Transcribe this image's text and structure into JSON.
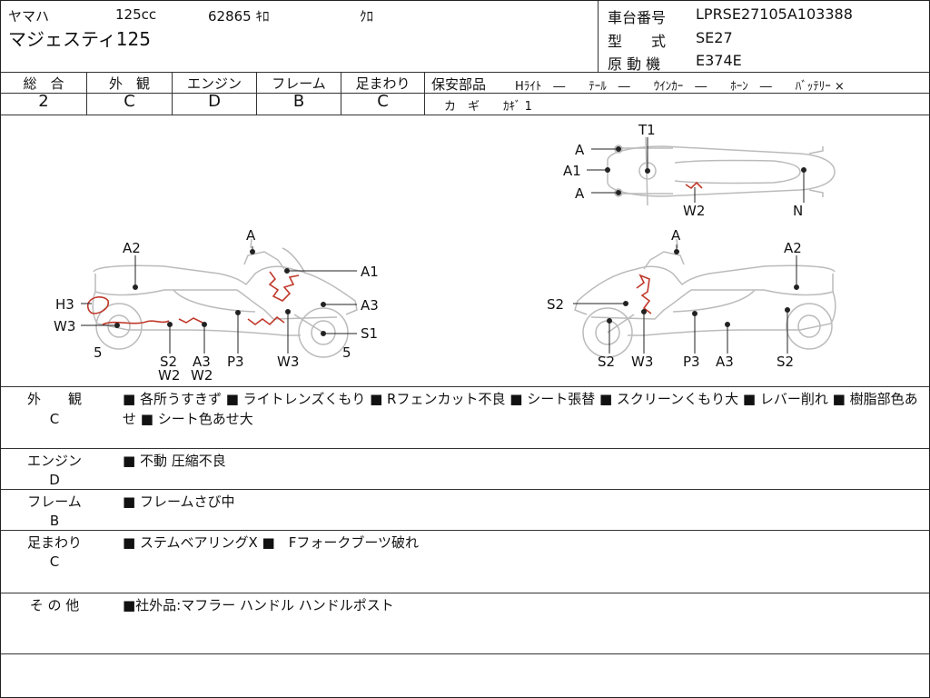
{
  "header": {
    "maker": "ヤマハ",
    "cc": "125cc",
    "mileage": "62865 ｷﾛ",
    "color": "ｸﾛ",
    "model_name": "マジェスティ125",
    "frame_no_label": "車台番号",
    "frame_no": "LPRSE27105A103388",
    "type_label": "型　　式",
    "type_value": "SE27",
    "engine_label": "原 動 機",
    "engine_value": "E374E"
  },
  "grades": [
    {
      "label": "総　合",
      "value": "2"
    },
    {
      "label": "外　観",
      "value": "C"
    },
    {
      "label": "エンジン",
      "value": "D"
    },
    {
      "label": "フレーム",
      "value": "B"
    },
    {
      "label": "足まわり",
      "value": "C"
    }
  ],
  "parts": {
    "label": "保安部品",
    "line1": "Hﾗｲﾄ　―　　ﾃｰﾙ　―　　ｳｲﾝｶｰ　―　　ﾎｰﾝ　―　　ﾊﾞｯﾃﾘｰ ×",
    "line2": "カ　ギ　　ｶｷﾞ 1"
  },
  "diagram": {
    "left_labels": [
      "A",
      "A2",
      "A1",
      "H3",
      "A3",
      "W3",
      "S1",
      "5",
      "5",
      "S2",
      "W2",
      "A3",
      "W2",
      "P3",
      "W3"
    ],
    "right_labels": [
      "A",
      "A2",
      "S2",
      "S2",
      "W3",
      "P3",
      "A3",
      "S2"
    ],
    "top_labels": [
      "T1",
      "A",
      "A1",
      "A",
      "W2",
      "N"
    ],
    "damage_color": "#c0392b"
  },
  "remarks": [
    {
      "head": "外　　観",
      "grade": "C",
      "text": "■ 各所うすきず ■ ライトレンズくもり ■ Rフェンカット不良 ■ シート張替 ■ スクリーンくもり大 ■ レバー削れ ■ 樹脂部色あせ ■ シート色あせ大"
    },
    {
      "head": "エンジン",
      "grade": "D",
      "text": "■ 不動 圧縮不良"
    },
    {
      "head": "フレーム",
      "grade": "B",
      "text": "■ フレームさび中"
    },
    {
      "head": "足まわり",
      "grade": "C",
      "text": "■ ステムベアリングX ■　Fフォークブーツ破れ"
    },
    {
      "head": "そ の 他",
      "grade": "",
      "text": "■社外品:マフラー ハンドル ハンドルポスト"
    }
  ]
}
